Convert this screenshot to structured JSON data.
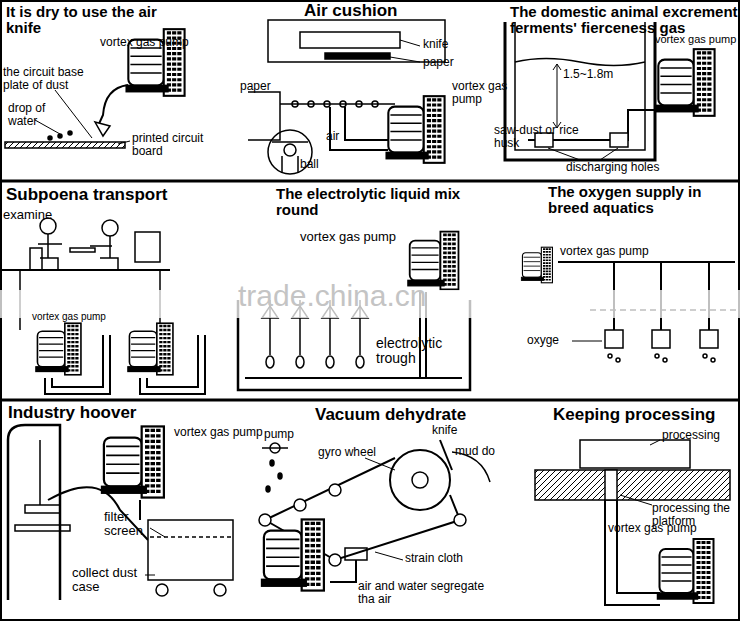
{
  "diagram": {
    "labels": [
      "It is dry to use the air knife",
      "vortex gas pump",
      "the circuit base plate of dust",
      "drop of water",
      "printed circuit board",
      "Air cushion",
      "knife",
      "paper",
      "vortex gas pump",
      "paper",
      "air",
      "ball",
      "The domestic animal excrement ferments' fierceness gas",
      "vortex gas pump",
      "1.5~1.8m",
      "saw-dust or rice husk",
      "discharging holes",
      "Subpoena transport",
      "examine",
      "vortex gas pump",
      "The electrolytic liquid mix round",
      "vortex gas pump",
      "electrolytic trough",
      "The oxygen supply in breed aquatics",
      "vortex gas pump",
      "oxyge",
      "trade.china.cn",
      "Industry hoover",
      "vortex gas pump",
      "filter screen",
      "collect dust case",
      "Vacuum dehydrate",
      "pump",
      "gyro wheel",
      "knife",
      "mud do",
      "strain cloth",
      "air and water segregate tha air",
      "Keeping processing",
      "processing",
      "processing the platform",
      "vortex gas pump"
    ]
  }
}
